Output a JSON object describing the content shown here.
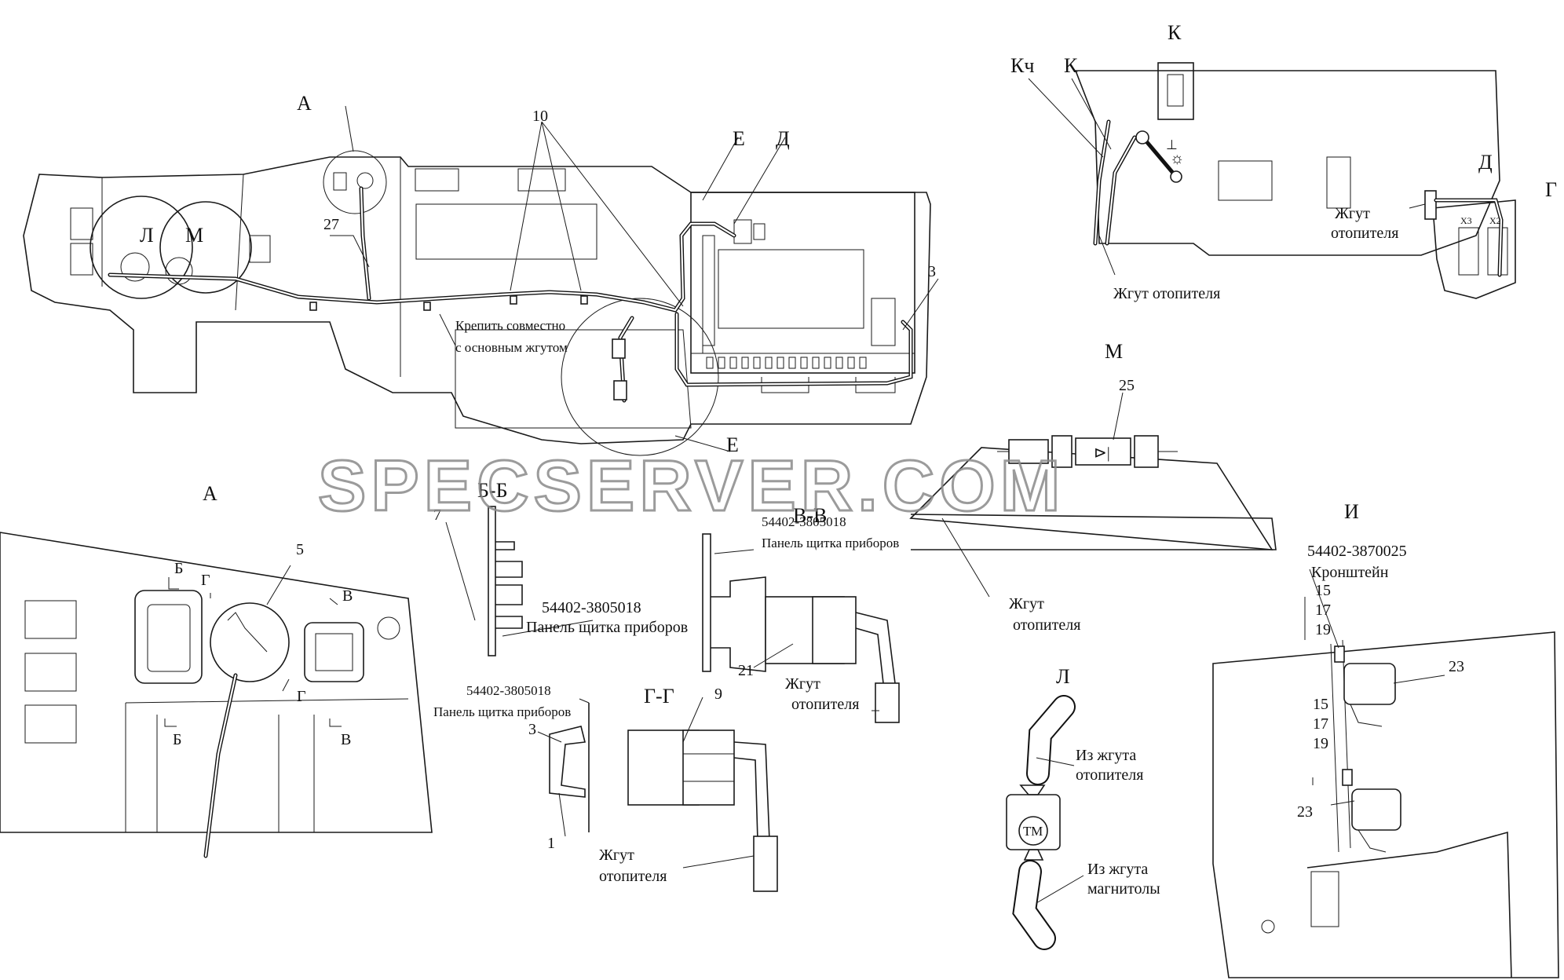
{
  "watermark": "SPECSERVER.COM",
  "main_view": {
    "callout_a": "А",
    "callout_10": "10",
    "callout_e_top": "Е",
    "callout_d": "Д",
    "callout_27": "27",
    "callout_l": "Л",
    "callout_m": "М",
    "callout_3": "3",
    "callout_e_bottom": "Е",
    "note_line1": "Крепить совместно",
    "note_line2": "с основным жгутом"
  },
  "view_k": {
    "title": "К",
    "label_kch": "Кч",
    "label_k": "К",
    "harness": "Жгут отопителя"
  },
  "view_d": {
    "title": "Д",
    "label_g": "Г",
    "harness_line1": "Жгут",
    "harness_line2": "отопителя",
    "x3": "Х3",
    "x2": "Х2"
  },
  "view_m": {
    "title": "М",
    "callout_25": "25",
    "harness_line1": "Жгут",
    "harness_line2": "отопителя"
  },
  "view_a": {
    "title": "А",
    "callout_5": "5",
    "sec_b1": "Б",
    "sec_g1": "Г",
    "sec_v1": "В",
    "sec_g2": "Г",
    "sec_b2": "Б",
    "sec_v2": "В"
  },
  "section_bb": {
    "title": "Б-Б",
    "callout_7": "7",
    "part_no": "54402-3805018",
    "part_name": "Панель щитка приборов"
  },
  "section_vv": {
    "title": "В-В",
    "part_no": "54402-3805018",
    "part_name": "Панель щитка приборов",
    "callout_21": "21",
    "harness_line1": "Жгут",
    "harness_line2": "отопителя"
  },
  "section_gg": {
    "title": "Г-Г",
    "part_no": "54402-3805018",
    "part_name": "Панель щитка приборов",
    "callout_9": "9",
    "callout_3": "3",
    "callout_1": "1",
    "harness_line1": "Жгут",
    "harness_line2": "отопителя"
  },
  "view_l": {
    "title": "Л",
    "from_heater_line1": "Из жгута",
    "from_heater_line2": "отопителя",
    "tm": "ТМ",
    "from_radio_line1": "Из жгута",
    "from_radio_line2": "магнитолы"
  },
  "view_i": {
    "title": "И",
    "part_no": "54402-3870025",
    "part_name": "Кронштейн",
    "stack1": [
      "15",
      "17",
      "19"
    ],
    "stack2": [
      "15",
      "17",
      "19"
    ],
    "callout_23a": "23",
    "callout_23b": "23"
  }
}
